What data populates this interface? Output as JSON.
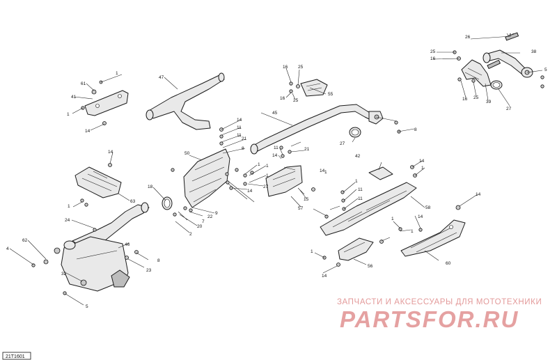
{
  "diagram": {
    "code": "21T1601",
    "callouts": {
      "c26": "26",
      "c25a": "25",
      "c16a": "16",
      "c38": "38",
      "c5a": "5",
      "c16b": "16",
      "c25b": "25",
      "c39": "39",
      "c27a": "27",
      "c16c": "16",
      "c25c": "25",
      "c16d": "16",
      "c25d": "25",
      "c55": "55",
      "c1a": "1",
      "c61": "61",
      "c41": "41",
      "c1b": "1",
      "c14a": "14",
      "c47": "47",
      "c45": "45",
      "c8a": "8",
      "c27b": "27",
      "c14b": "14",
      "c11a": "11",
      "c11b": "11",
      "c21a": "21",
      "c8b": "8",
      "c11c": "11",
      "c14c": "14",
      "c21b": "21",
      "c42": "42",
      "c14d": "14",
      "c63": "63",
      "c1c": "1",
      "c50": "50",
      "c1d": "1",
      "c1e": "1",
      "c1f": "1",
      "c27c": "27",
      "c14e": "14",
      "c18": "18",
      "c22": "22",
      "c9": "9",
      "c7": "7",
      "c20": "20",
      "c2": "2",
      "c57": "57",
      "c1g": "1",
      "c15": "15",
      "c14f": "14",
      "c1h": "1",
      "c11d": "11",
      "c11e": "11",
      "c14g": "14",
      "c1i": "1",
      "c58": "58",
      "c14h": "14",
      "c1j": "1",
      "c14i": "14",
      "c1k": "1",
      "c24": "24",
      "c62": "62",
      "c4": "4",
      "c46": "46",
      "c8c": "8",
      "c23": "23",
      "c32": "32",
      "c5b": "5",
      "c56": "56",
      "c14j": "14",
      "c60": "60",
      "c1l": "1"
    }
  },
  "watermark": {
    "tagline": "ЗАПЧАСТИ И АКСЕССУАРЫ ДЛЯ МОТОТЕХНИКИ",
    "brand": "PARTSFOR.RU"
  },
  "colors": {
    "watermark": "#e5a1a1",
    "line": "#1a1a1a"
  }
}
